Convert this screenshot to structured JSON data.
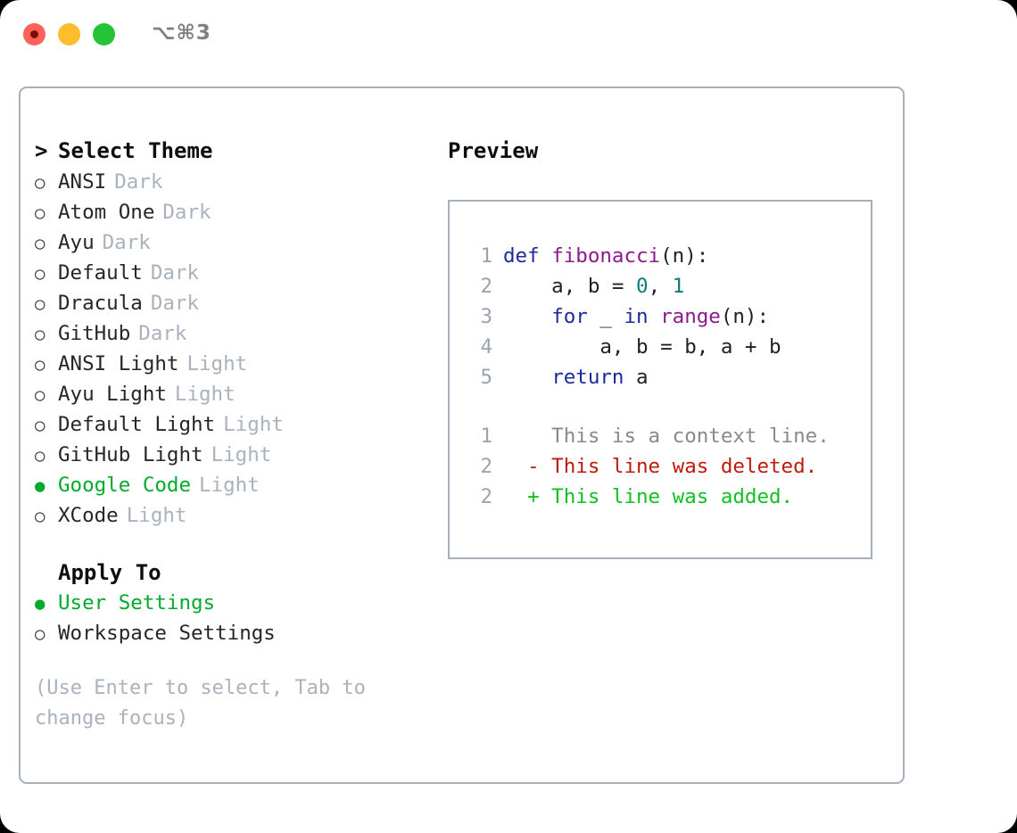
{
  "window": {
    "title": "⌥⌘3",
    "traffic_lights": [
      "close",
      "minimize",
      "zoom"
    ],
    "colors": {
      "close": "#ff6158",
      "minimize": "#ffbd2e",
      "zoom": "#23c436",
      "border": "#a6b0bd",
      "accent_green": "#00aa2b",
      "muted": "#a9b2bd"
    }
  },
  "theme_picker": {
    "header": "Select Theme",
    "header_prefix": ">",
    "marker_unselected": "○",
    "marker_selected": "●",
    "items": [
      {
        "name": "ANSI",
        "variant": "Dark",
        "selected": false
      },
      {
        "name": "Atom One",
        "variant": "Dark",
        "selected": false
      },
      {
        "name": "Ayu",
        "variant": "Dark",
        "selected": false
      },
      {
        "name": "Default",
        "variant": "Dark",
        "selected": false
      },
      {
        "name": "Dracula",
        "variant": "Dark",
        "selected": false
      },
      {
        "name": "GitHub",
        "variant": "Dark",
        "selected": false
      },
      {
        "name": "ANSI Light",
        "variant": "Light",
        "selected": false
      },
      {
        "name": "Ayu Light",
        "variant": "Light",
        "selected": false
      },
      {
        "name": "Default Light",
        "variant": "Light",
        "selected": false
      },
      {
        "name": "GitHub Light",
        "variant": "Light",
        "selected": false
      },
      {
        "name": "Google Code",
        "variant": "Light",
        "selected": true
      },
      {
        "name": "XCode",
        "variant": "Light",
        "selected": false
      }
    ]
  },
  "apply_to": {
    "header": "Apply To",
    "items": [
      {
        "name": "User Settings",
        "selected": true
      },
      {
        "name": "Workspace Settings",
        "selected": false
      }
    ]
  },
  "hint": "(Use Enter to select, Tab to change focus)",
  "preview": {
    "title": "Preview",
    "code_lines": [
      {
        "num": "1",
        "tokens": [
          {
            "t": "def ",
            "c": "kw"
          },
          {
            "t": "fibonacci",
            "c": "fn"
          },
          {
            "t": "(n):",
            "c": "plain"
          }
        ]
      },
      {
        "num": "2",
        "tokens": [
          {
            "t": "    a, b = ",
            "c": "plain"
          },
          {
            "t": "0",
            "c": "num"
          },
          {
            "t": ", ",
            "c": "plain"
          },
          {
            "t": "1",
            "c": "num"
          }
        ]
      },
      {
        "num": "3",
        "tokens": [
          {
            "t": "    ",
            "c": "plain"
          },
          {
            "t": "for",
            "c": "kw"
          },
          {
            "t": " _ ",
            "c": "plain"
          },
          {
            "t": "in",
            "c": "kw"
          },
          {
            "t": " ",
            "c": "plain"
          },
          {
            "t": "range",
            "c": "fn"
          },
          {
            "t": "(n):",
            "c": "plain"
          }
        ]
      },
      {
        "num": "4",
        "tokens": [
          {
            "t": "        a, b = b, a + b",
            "c": "plain"
          }
        ]
      },
      {
        "num": "5",
        "tokens": [
          {
            "t": "    ",
            "c": "plain"
          },
          {
            "t": "return",
            "c": "kw"
          },
          {
            "t": " a",
            "c": "plain"
          }
        ]
      }
    ],
    "diff_lines": [
      {
        "num": "1",
        "sign": " ",
        "text": "This is a context line.",
        "kind": "ctx"
      },
      {
        "num": "2",
        "sign": "-",
        "text": "This line was deleted.",
        "kind": "del"
      },
      {
        "num": "2",
        "sign": "+",
        "text": "This line was added.",
        "kind": "add"
      }
    ]
  }
}
